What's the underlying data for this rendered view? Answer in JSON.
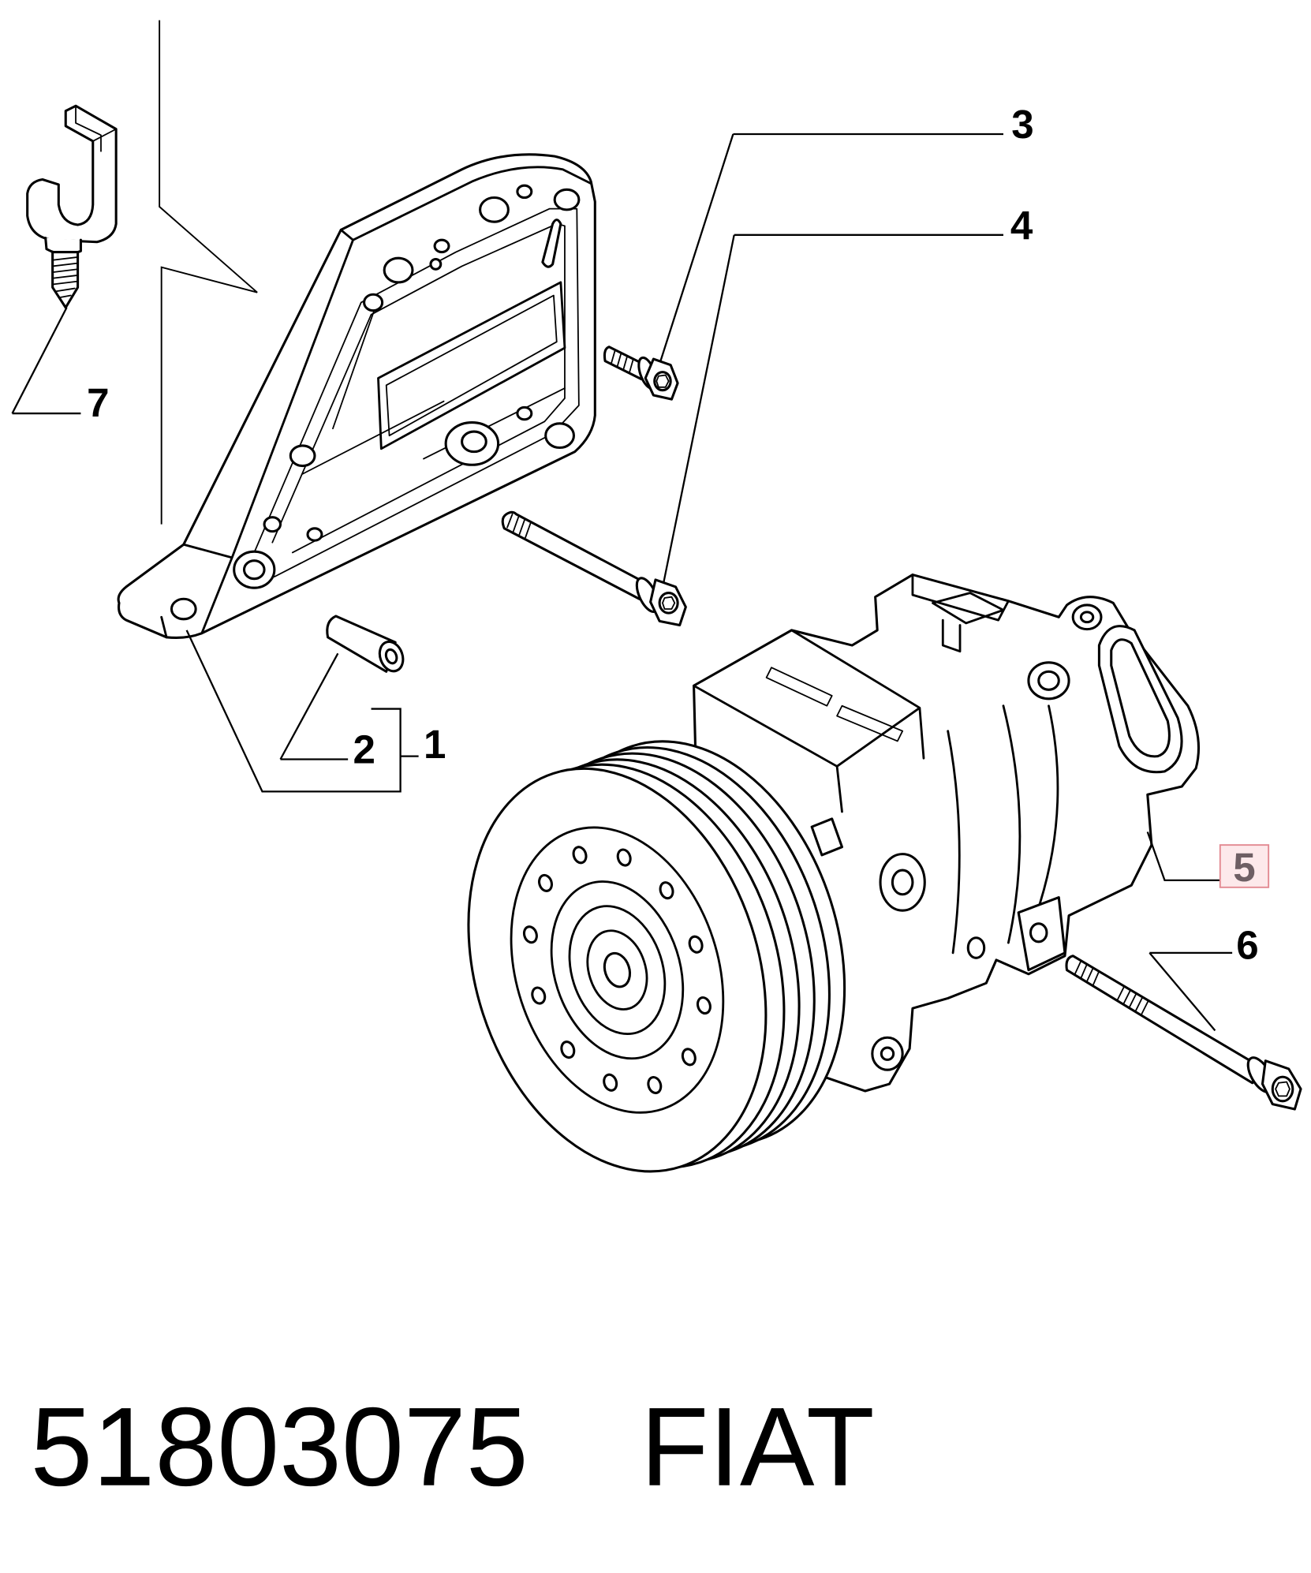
{
  "callouts": [
    {
      "label": "1"
    },
    {
      "label": "2"
    },
    {
      "label": "3"
    },
    {
      "label": "4"
    },
    {
      "label": "5",
      "highlighted": true
    },
    {
      "label": "6"
    },
    {
      "label": "7"
    }
  ],
  "caption": {
    "part_number": "51803075",
    "brand": "FIAT"
  },
  "colors": {
    "line": "#000000",
    "background": "#ffffff",
    "highlight_border": "#e38b93",
    "highlight_fill": "#fde9eb",
    "highlight_text": "#6e5f64"
  }
}
